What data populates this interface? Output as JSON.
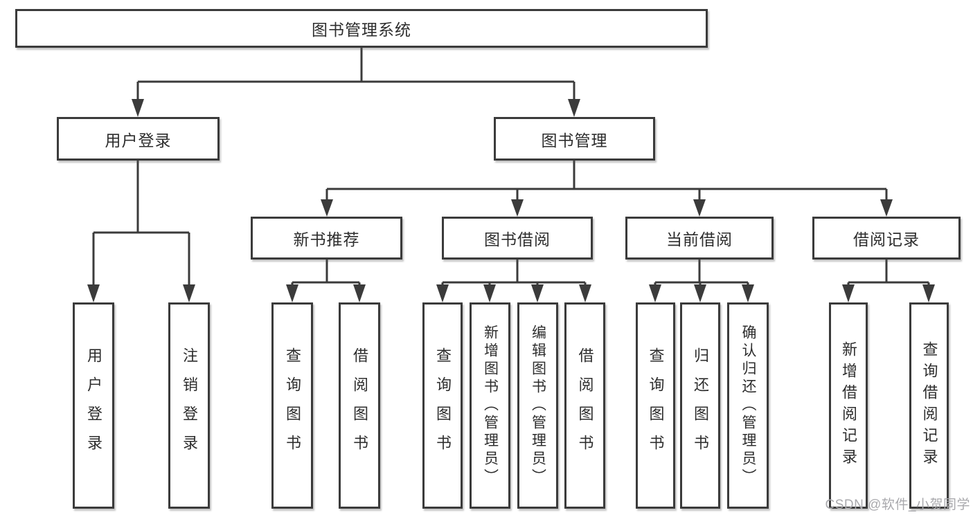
{
  "diagram_type": "functional-structure-tree",
  "colors": {
    "background": "#ffffff",
    "line": "#3b3b3b",
    "box_border": "#3b3b3b",
    "text": "#2d2d2d",
    "watermark": "#a9a9ad"
  },
  "hierarchy": {
    "root": "图书管理系统",
    "children": [
      {
        "label": "用户登录",
        "children": [
          "用户登录",
          "注销登录"
        ]
      },
      {
        "label": "图书管理",
        "children": [
          {
            "label": "新书推荐",
            "children": [
              "查询图书",
              "借阅图书"
            ]
          },
          {
            "label": "图书借阅",
            "children": [
              "查询图书",
              "新增图书（管理员）",
              "编辑图书（管理员）",
              "借阅图书"
            ]
          },
          {
            "label": "当前借阅",
            "children": [
              "查询图书",
              "归还图书",
              "确认归还（管理员）"
            ]
          },
          {
            "label": "借阅记录",
            "children": [
              "新增借阅记录",
              "查询借阅记录"
            ]
          }
        ]
      }
    ]
  },
  "watermark": {
    "text": "CSDN @软件_小贺同学"
  }
}
